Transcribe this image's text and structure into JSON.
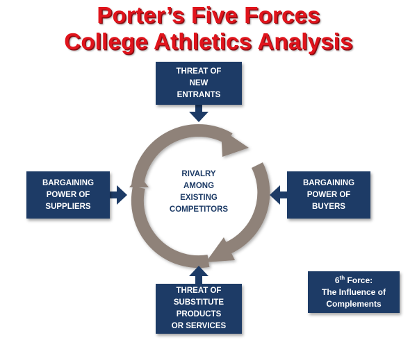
{
  "title": {
    "line1": "Porter’s Five Forces",
    "line2": "College Athletics Analysis"
  },
  "forces": {
    "top": "THREAT OF\nNEW\nENTRANTS",
    "left": "BARGAINING\nPOWER OF\nSUPPLIERS",
    "right": "BARGAINING\nPOWER OF\nBUYERS",
    "bottom": "THREAT OF\nSUBSTITUTE\nPRODUCTS\nOR SERVICES",
    "center": "RIVALRY\nAMONG\nEXISTING\nCOMPETITORS"
  },
  "sixth_force": {
    "number": "6",
    "ordinal_suffix": "th",
    "label_suffix": " Force:",
    "line2": "The Influence of",
    "line3": "Complements"
  },
  "colors": {
    "title_red": "#e0141c",
    "box_navy": "#1d3b66",
    "ring_gray": "#8f8279",
    "arrow_navy": "#1d3b66"
  }
}
